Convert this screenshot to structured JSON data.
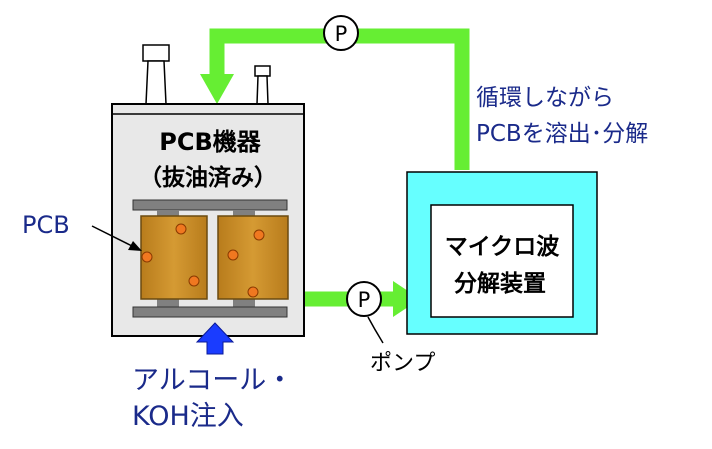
{
  "equipment": {
    "title": "PCB機器",
    "subtitle": "（抜油済み）"
  },
  "labels": {
    "pcb": "PCB",
    "pump_symbol": "P",
    "pump": "ポンプ",
    "injection_line1": "アルコール・",
    "injection_line2": "KOH注入",
    "process_line1": "循環しながら",
    "process_line2": "PCBを溶出･分解"
  },
  "device": {
    "line1": "マイクロ波",
    "line2": "分解装置"
  },
  "colors": {
    "pipe_green": "#66ee33",
    "equipment_fill": "#e8e8e8",
    "core_fill": "#c8902a",
    "pcb_dot": "#f07820",
    "device_outer": "#66ffff",
    "arrow_blue": "#1a3cff",
    "text_navy": "#1a2a8a"
  }
}
